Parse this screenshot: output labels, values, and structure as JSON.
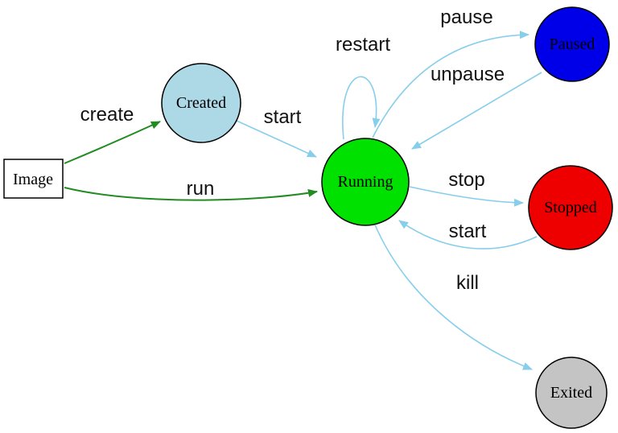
{
  "diagram": {
    "background": "#ffffff",
    "description": "Container lifecycle state diagram"
  },
  "nodes": {
    "image": {
      "label": "Image",
      "fill": "#ffffff",
      "border": "#2222cc"
    },
    "created": {
      "label": "Created",
      "fill": "#add8e6",
      "border": "#000000"
    },
    "running": {
      "label": "Running",
      "fill": "#00e100",
      "border": "#000000"
    },
    "paused": {
      "label": "Paused",
      "fill": "#0000e8",
      "border": "#000000"
    },
    "stopped": {
      "label": "Stopped",
      "fill": "#ee0000",
      "border": "#000000"
    },
    "exited": {
      "label": "Exited",
      "fill": "#c4c4c4",
      "border": "#000000"
    }
  },
  "edges": {
    "create": {
      "label": "create",
      "color": "#228b22",
      "from": "image",
      "to": "created"
    },
    "run": {
      "label": "run",
      "color": "#228b22",
      "from": "image",
      "to": "running"
    },
    "start": {
      "label": "start",
      "color": "#87ceeb",
      "from": "created",
      "to": "running"
    },
    "restart": {
      "label": "restart",
      "color": "#87ceeb",
      "from": "running",
      "to": "running"
    },
    "pause": {
      "label": "pause",
      "color": "#87ceeb",
      "from": "running",
      "to": "paused"
    },
    "unpause": {
      "label": "unpause",
      "color": "#87ceeb",
      "from": "paused",
      "to": "running"
    },
    "stop": {
      "label": "stop",
      "color": "#87ceeb",
      "from": "running",
      "to": "stopped"
    },
    "start_from_stopped": {
      "label": "start",
      "color": "#87ceeb",
      "from": "stopped",
      "to": "running"
    },
    "kill": {
      "label": "kill",
      "color": "#87ceeb",
      "from": "running",
      "to": "exited"
    }
  }
}
